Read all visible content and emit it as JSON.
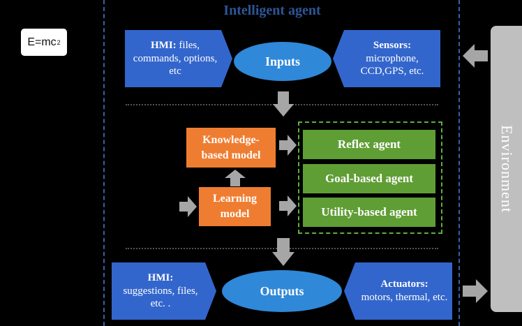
{
  "title": "Intelligent agent",
  "logo": {
    "main": "E=mc",
    "sup": "2"
  },
  "inputs": {
    "left_box": {
      "bold": "HMI:",
      "rest": " files, commands, options, etc"
    },
    "ellipse": "Inputs",
    "right_box": {
      "bold": "Sensors:",
      "rest": "microphone, CCD,GPS, etc."
    }
  },
  "models": {
    "knowledge": [
      "Knowledge-",
      "based model"
    ],
    "learning": [
      "Learning",
      "model"
    ]
  },
  "agents": [
    "Reflex agent",
    "Goal-based agent",
    "Utility-based agent"
  ],
  "outputs": {
    "left_box": {
      "bold": "HMI:",
      "rest": "suggestions, files, etc. ."
    },
    "ellipse": "Outputs",
    "right_box": {
      "bold": "Actuators:",
      "rest": "motors, thermal, etc."
    }
  },
  "environment": "Environment",
  "colors": {
    "blue_box": "#3366cc",
    "ellipse": "#2f88d8",
    "orange": "#ef7d31",
    "green": "#5f9e35",
    "arrow": "#a6a6a6",
    "title": "#2e5597"
  }
}
